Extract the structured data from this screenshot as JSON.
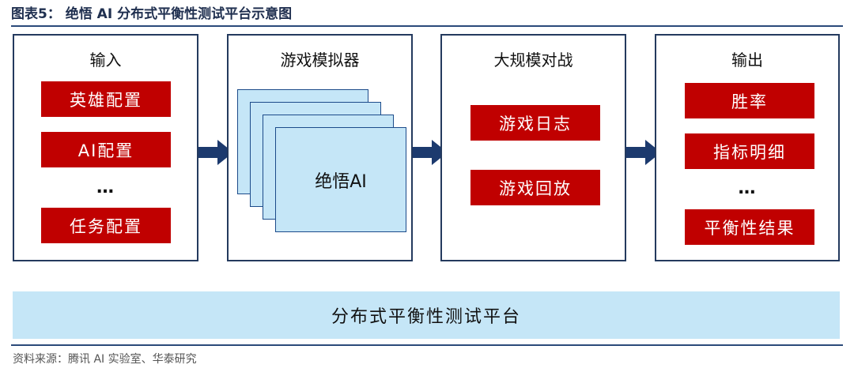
{
  "figure_title": "图表5：  绝悟 AI 分布式平衡性测试平台示意图",
  "input_panel": {
    "title": "输入",
    "items": [
      "英雄配置",
      "AI配置",
      "任务配置"
    ],
    "ellipsis": "…"
  },
  "simulator_panel": {
    "title": "游戏模拟器",
    "card_label": "绝悟AI"
  },
  "battle_panel": {
    "title": "大规模对战",
    "items": [
      "游戏日志",
      "游戏回放"
    ]
  },
  "output_panel": {
    "title": "输出",
    "items": [
      "胜率",
      "指标明细",
      "平衡性结果"
    ],
    "ellipsis": "…"
  },
  "platform_label": "分布式平衡性测试平台",
  "source": "资料来源：腾讯 AI 实验室、华泰研究",
  "colors": {
    "accent_red": "#c00000",
    "light_blue": "#c5e6f7",
    "navy": "#1c3a6e"
  }
}
